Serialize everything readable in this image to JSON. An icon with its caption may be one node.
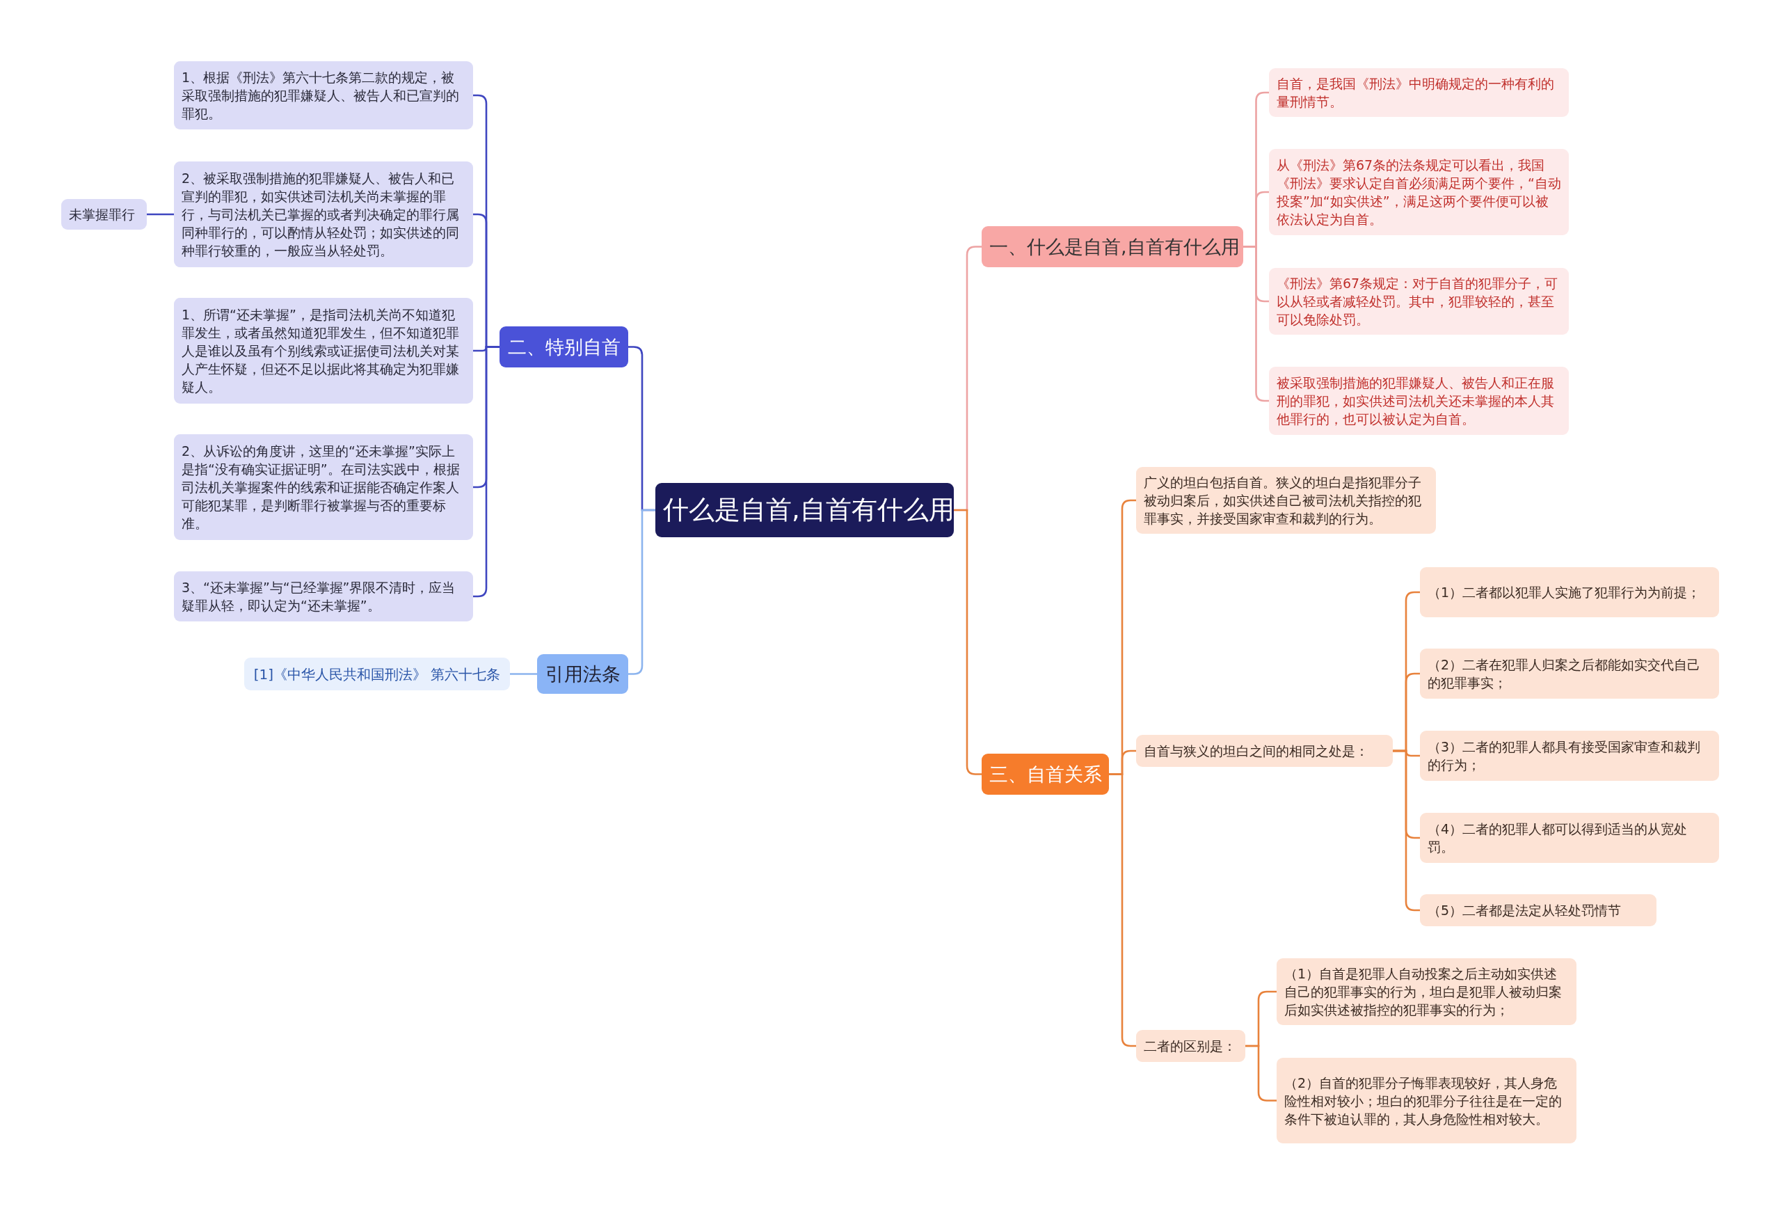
{
  "diagram": {
    "nodes": [
      {
        "text": [
          "什么是自首,自首有什么用"
        ]
      },
      {
        "text": [
          "二、特别自首"
        ]
      },
      {
        "text": [
          "1、根据《刑法》第六十七条第二款的规定，被采取强制措施的犯罪嫌疑人、被告人和已宣判的罪犯。"
        ]
      },
      {
        "text": [
          "2、被采取强制措施的犯罪嫌疑人、被告人和已宣判的罪犯，如实供述司法机关尚未掌握的罪行，与司法机关已掌握的或者判决确定的罪行属同种罪行的，可以酌情从轻处罚；如实供述的同种罪行较重的，一般应当从轻处罚。"
        ]
      },
      {
        "text": [
          "未掌握罪行"
        ]
      },
      {
        "text": [
          "1、所谓“还未掌握”，是指司法机关尚不知道犯罪发生，或者虽然知道犯罪发生，但不知道犯罪人是谁以及虽有个别线索或证据使司法机关对某人产生怀疑，但还不足以据此将其确定为犯罪嫌疑人。"
        ]
      },
      {
        "text": [
          "2、从诉讼的角度讲，这里的“还未掌握”实际上是指“没有确实证据证明”。在司法实践中，根据司法机关掌握案件的线索和证据能否确定作案人可能犯某罪，是判断罪行被掌握与否的重要标准。"
        ]
      },
      {
        "text": [
          "3、“还未掌握”与“已经掌握”界限不清时，应当疑罪从轻，即认定为“还未掌握”。"
        ]
      },
      {
        "text": [
          "引用法条"
        ]
      },
      {
        "text": [
          "[1]《中华人民共和国刑法》 第六十七条"
        ]
      },
      {
        "text": [
          "一、什么是自首,自首有什么用"
        ]
      },
      {
        "text": [
          "自首，是我国《刑法》中明确规定的一种有利的量刑情节。"
        ]
      },
      {
        "text": [
          "从《刑法》第67条的法条规定可以看出，我国《刑法》要求认定自首必须满足两个要件，“自动投案”加“如实供述”，满足这两个要件便可以被依法认定为自首。"
        ]
      },
      {
        "text": [
          "《刑法》第67条规定：对于自首的犯罪分子，可以从轻或者减轻处罚。其中，犯罪较轻的，甚至可以免除处罚。"
        ]
      },
      {
        "text": [
          "被采取强制措施的犯罪嫌疑人、被告人和正在服刑的罪犯，如实供述司法机关还未掌握的本人其他罪行的，也可以被认定为自首。"
        ]
      },
      {
        "text": [
          "三、自首关系"
        ]
      },
      {
        "text": [
          "广义的坦白包括自首。狭义的坦白是指犯罪分子被动归案后，如实供述自己被司法机关指控的犯罪事实，并接受国家审查和裁判的行为。"
        ]
      },
      {
        "text": [
          "自首与狭义的坦白之间的相同之处是："
        ]
      },
      {
        "text": [
          "（1）二者都以犯罪人实施了犯罪行为为前提；"
        ]
      },
      {
        "text": [
          "（2）二者在犯罪人归案之后都能如实交代自己的犯罪事实；"
        ]
      },
      {
        "text": [
          "（3）二者的犯罪人都具有接受国家审查和裁判的行为；"
        ]
      },
      {
        "text": [
          "（4）二者的犯罪人都可以得到适当的从宽处罚。"
        ]
      },
      {
        "text": [
          "（5）二者都是法定从轻处罚情节"
        ]
      },
      {
        "text": [
          "二者的区别是："
        ]
      },
      {
        "text": [
          "（1）自首是犯罪人自动投案之后主动如实供述自己的犯罪事实的行为，坦白是犯罪人被动归案后如实供述被指控的犯罪事实的行为；"
        ]
      },
      {
        "text": [
          "（2）自首的犯罪分子悔罪表现较好，其人身危险性相对较小；坦白的犯罪分子往往是在一定的条件下被迫认罪的，其人身危险性相对较大。"
        ]
      }
    ],
    "edges": [
      {
        "from": 0,
        "to": 1,
        "arrow": "none",
        "color": "#3f46c0"
      },
      {
        "from": 1,
        "to": 2,
        "arrow": "none",
        "color": "#3f46c0"
      },
      {
        "from": 1,
        "to": 3,
        "arrow": "none",
        "color": "#3f46c0"
      },
      {
        "from": 3,
        "to": 4,
        "arrow": "none",
        "color": "#3f46c0"
      },
      {
        "from": 1,
        "to": 5,
        "arrow": "none",
        "color": "#3f46c0"
      },
      {
        "from": 1,
        "to": 6,
        "arrow": "none",
        "color": "#3f46c0"
      },
      {
        "from": 1,
        "to": 7,
        "arrow": "none",
        "color": "#3f46c0"
      },
      {
        "from": 0,
        "to": 8,
        "arrow": "none",
        "color": "#8cb4ee"
      },
      {
        "from": 8,
        "to": 9,
        "arrow": "none",
        "color": "#8cb4ee"
      },
      {
        "from": 0,
        "to": 10,
        "arrow": "none",
        "color": "#eda3a3"
      },
      {
        "from": 10,
        "to": 11,
        "arrow": "none",
        "color": "#eda3a3"
      },
      {
        "from": 10,
        "to": 12,
        "arrow": "none",
        "color": "#eda3a3"
      },
      {
        "from": 10,
        "to": 13,
        "arrow": "none",
        "color": "#eda3a3"
      },
      {
        "from": 10,
        "to": 14,
        "arrow": "none",
        "color": "#eda3a3"
      },
      {
        "from": 0,
        "to": 15,
        "arrow": "none"
      },
      {
        "from": 15,
        "to": 16,
        "arrow": "none"
      },
      {
        "from": 15,
        "to": 17,
        "arrow": "none"
      },
      {
        "from": 17,
        "to": 18,
        "arrow": "none"
      },
      {
        "from": 17,
        "to": 19,
        "arrow": "none"
      },
      {
        "from": 17,
        "to": 20,
        "arrow": "none"
      },
      {
        "from": 17,
        "to": 21,
        "arrow": "none"
      },
      {
        "from": 17,
        "to": 22,
        "arrow": "none"
      },
      {
        "from": 15,
        "to": 23,
        "arrow": "none"
      },
      {
        "from": 23,
        "to": 24,
        "arrow": "none"
      },
      {
        "from": 23,
        "to": 25,
        "arrow": "none"
      }
    ]
  }
}
